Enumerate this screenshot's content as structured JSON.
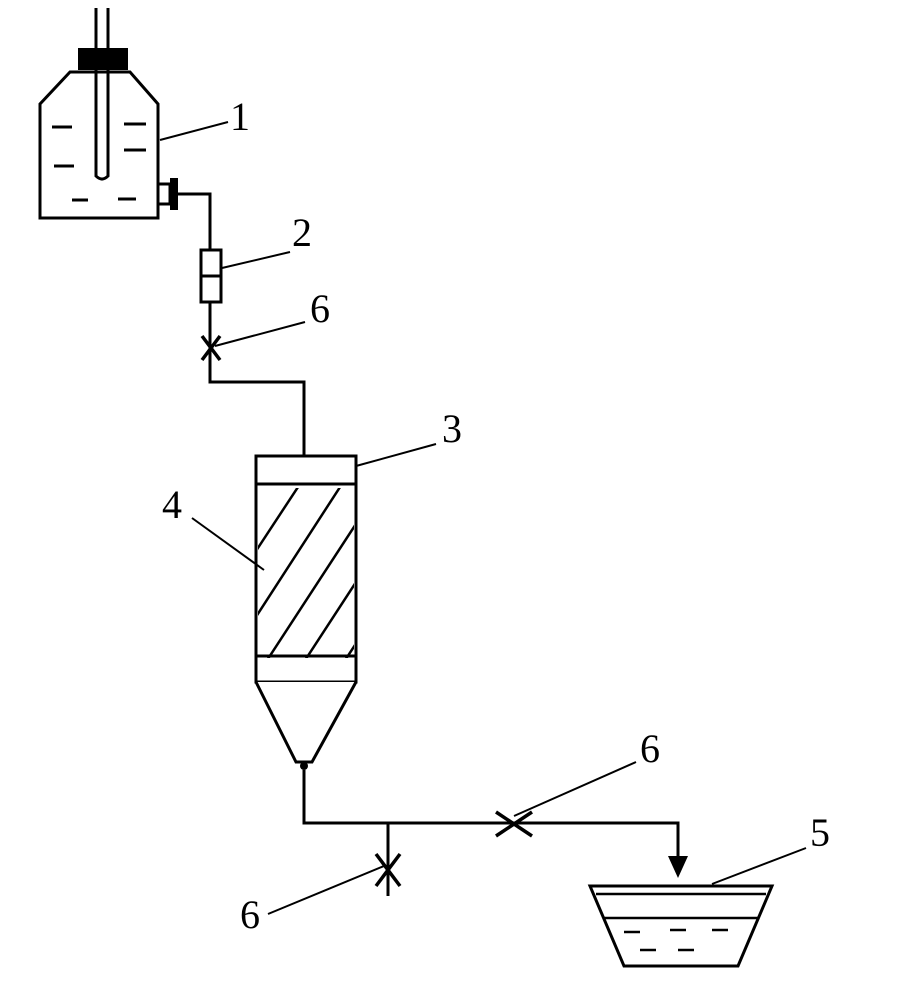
{
  "labels": {
    "reservoir": "1",
    "flowmeter": "2",
    "column": "3",
    "packing": "4",
    "receiver": "5",
    "valve_top": "6",
    "valve_outlet": "6",
    "valve_drain": "6"
  }
}
